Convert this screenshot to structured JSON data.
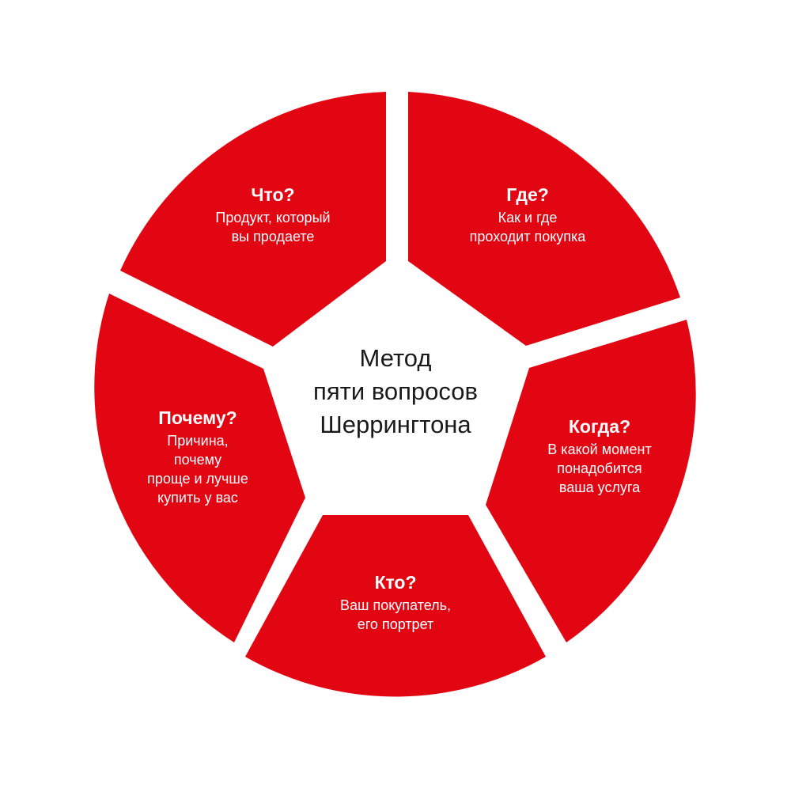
{
  "colors": {
    "segment": "#e20613",
    "background": "#ffffff",
    "center_text": "#1a1a1a",
    "segment_text": "#ffffff"
  },
  "center": {
    "lines": [
      "Метод",
      "пяти вопросов",
      "Шеррингтона"
    ]
  },
  "segments": [
    {
      "id": "what",
      "question": "Что?",
      "lines": [
        "Продукт, который",
        "вы продаете"
      ]
    },
    {
      "id": "where",
      "question": "Где?",
      "lines": [
        "Как и где",
        "проходит покупка"
      ]
    },
    {
      "id": "when",
      "question": "Когда?",
      "lines": [
        "В какой момент",
        "понадобится",
        "ваша услуга"
      ]
    },
    {
      "id": "who",
      "question": "Кто?",
      "lines": [
        "Ваш покупатель,",
        "его портрет"
      ]
    },
    {
      "id": "why",
      "question": "Почему?",
      "lines": [
        "Причина,",
        "почему",
        "проще и лучше",
        "купить у вас"
      ]
    }
  ]
}
